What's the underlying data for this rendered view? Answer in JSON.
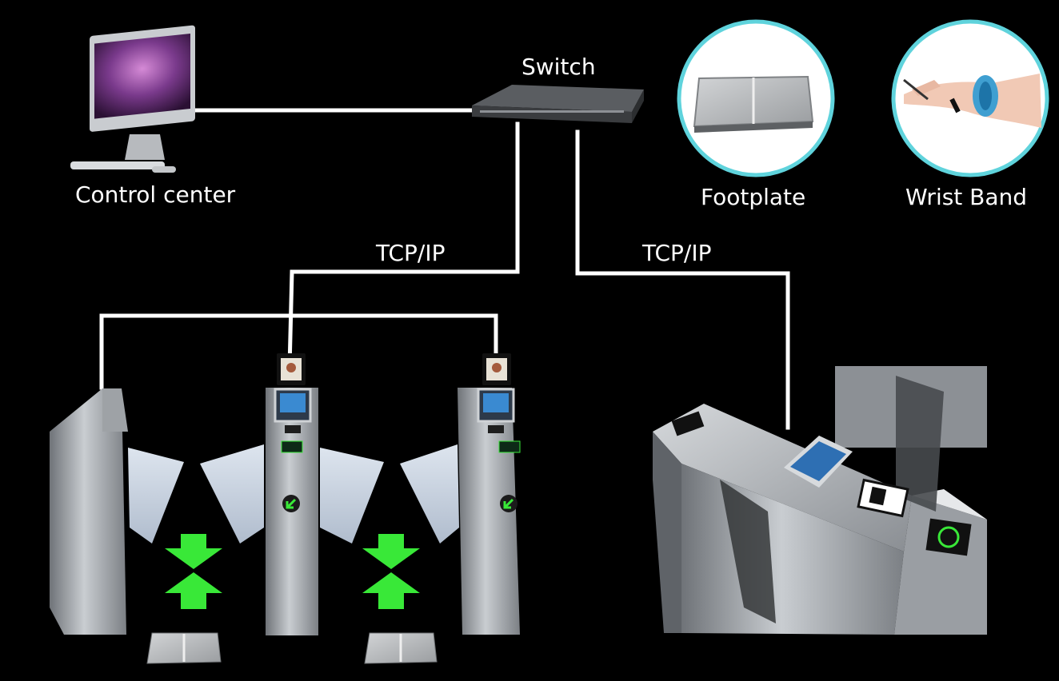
{
  "labels": {
    "switch": "Switch",
    "control_center": "Control center",
    "footplate": "Footplate",
    "wrist_band": "Wrist Band",
    "link_left": "TCP/IP",
    "link_right": "TCP/IP"
  },
  "icons": {
    "monitor": "desktop-computer-icon",
    "switch": "network-switch-icon",
    "footplate": "footplate-icon",
    "wrist_band": "wrist-band-icon",
    "turnstile_swing": "swing-gate-turnstile-icon",
    "turnstile_flap": "flap-barrier-turnstile-icon",
    "arrow_in": "green-arrow-down-icon",
    "arrow_out": "green-arrow-up-icon",
    "face_reader": "face-recognition-terminal-icon"
  },
  "colors": {
    "background": "#000000",
    "connector": "#ffffff",
    "accent_ring": "#5fd3dc",
    "arrow_green": "#39e838",
    "steel": "#a9adb1"
  }
}
